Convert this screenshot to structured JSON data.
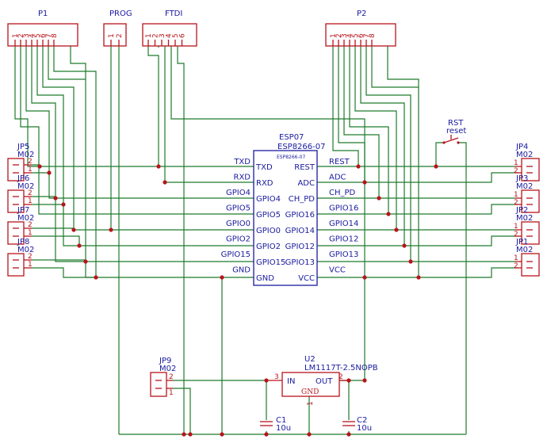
{
  "headers": {
    "p1": {
      "label": "P1",
      "pins": [
        "1",
        "2",
        "3",
        "4",
        "5",
        "6",
        "7",
        "8"
      ]
    },
    "prog": {
      "label": "PROG",
      "pins": [
        "1",
        "2"
      ]
    },
    "ftdi": {
      "label": "FTDI",
      "pins": [
        "1",
        "2",
        "3",
        "4",
        "5",
        "6"
      ]
    },
    "p2": {
      "label": "P2",
      "pins": [
        "1",
        "2",
        "3",
        "4",
        "5",
        "6",
        "7",
        "8"
      ]
    }
  },
  "chip": {
    "ref": "ESP07",
    "value": "ESP8266-07",
    "inner": "ESP8266-07",
    "left_pins": [
      "TXD",
      "RXD",
      "GPIO4",
      "GPIO5",
      "GPIO0",
      "GPIO2",
      "GPIO15",
      "GND"
    ],
    "right_pins": [
      "REST",
      "ADC",
      "CH_PD",
      "GPIO16",
      "GPIO14",
      "GPIO12",
      "GPIO13",
      "VCC"
    ],
    "left_nets": [
      "TXD",
      "RXD",
      "GPIO4",
      "GPIO5",
      "GPIO0",
      "GPIO2",
      "GPIO15",
      "GND"
    ],
    "right_nets": [
      "REST",
      "ADC",
      "CH_PD",
      "GPIO16",
      "GPIO14",
      "GPIO12",
      "GPIO13",
      "VCC"
    ]
  },
  "left_jumpers": [
    {
      "name": "JP5",
      "value": "M02",
      "pins": [
        "2",
        "1"
      ]
    },
    {
      "name": "JP6",
      "value": "M02",
      "pins": [
        "2",
        "1"
      ]
    },
    {
      "name": "JP7",
      "value": "M02",
      "pins": [
        "2",
        "1"
      ]
    },
    {
      "name": "JP8",
      "value": "M02",
      "pins": [
        "2",
        "1"
      ]
    }
  ],
  "right_jumpers": [
    {
      "name": "JP4",
      "value": "M02",
      "pins": [
        "1",
        "2"
      ]
    },
    {
      "name": "JP3",
      "value": "M02",
      "pins": [
        "1",
        "2"
      ]
    },
    {
      "name": "JP2",
      "value": "M02",
      "pins": [
        "1",
        "2"
      ]
    },
    {
      "name": "JP1",
      "value": "M02",
      "pins": [
        "1",
        "2"
      ]
    }
  ],
  "switch": {
    "ref": "RST",
    "value": "reset"
  },
  "jp9": {
    "name": "JP9",
    "value": "M02",
    "pins": [
      "2",
      "1"
    ]
  },
  "regulator": {
    "ref": "U2",
    "value": "LM1117T-2.5NOPB",
    "in": "IN",
    "out": "OUT",
    "gnd": "GND",
    "pin_in": "3",
    "pin_out": "2",
    "pin_gnd": "1"
  },
  "caps": [
    {
      "ref": "C1",
      "value": "10u"
    },
    {
      "ref": "C2",
      "value": "10u"
    }
  ]
}
